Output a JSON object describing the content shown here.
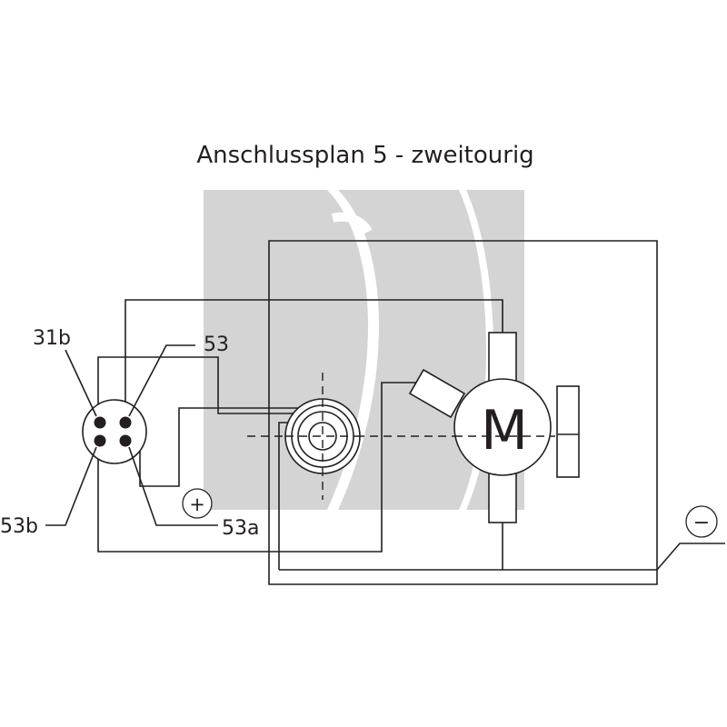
{
  "title": "Anschlussplan 5 - zweitourig",
  "terminals": {
    "t31b": "31b",
    "t53": "53",
    "t53b": "53b",
    "t53a": "53a"
  },
  "motor_label": "M",
  "plus_symbol": "+",
  "minus_symbol": "−",
  "colors": {
    "line": "#231f20",
    "watermark": "#d4d4d4"
  }
}
